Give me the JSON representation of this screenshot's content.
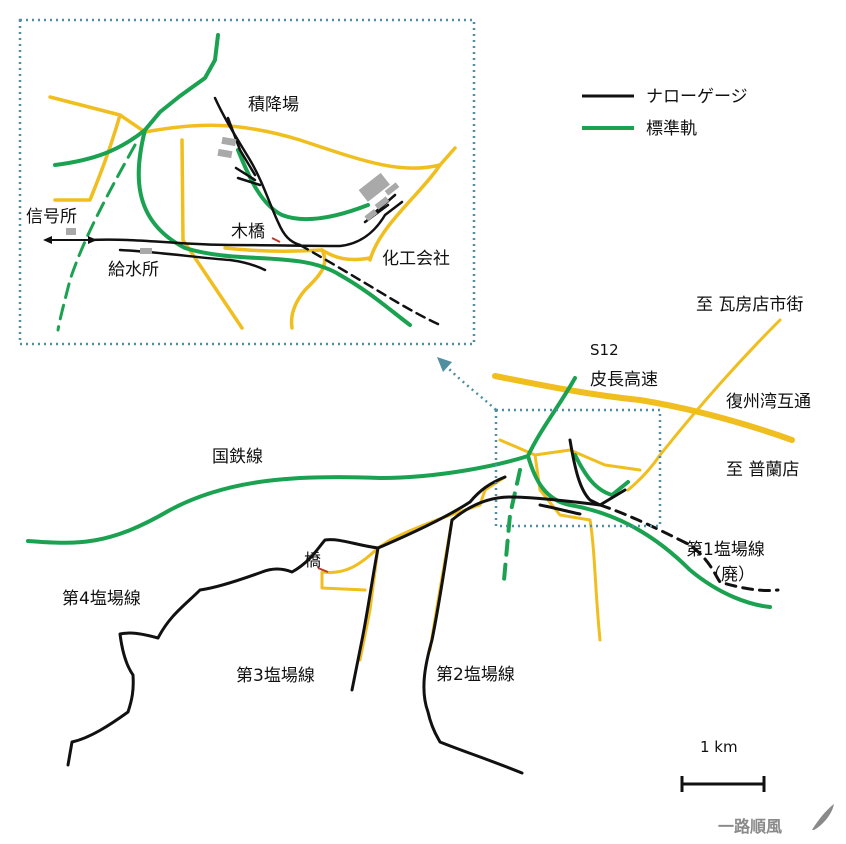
{
  "colors": {
    "narrow_gauge": "#111111",
    "standard_gauge": "#1aa251",
    "road": "#f0be1e",
    "inset_frame": "#4f8fa0",
    "building": "#a9a9a9"
  },
  "legend": {
    "narrow_gauge": "ナローゲージ",
    "standard_gauge": "標準軌"
  },
  "labels": {
    "to_wafangdian": "至 瓦房店市街",
    "s12": "S12",
    "expressway": "皮長高速",
    "fuzhouwan": "復州湾互通",
    "to_pulandian": "至 普蘭店",
    "national_rail": "国鉄線",
    "bridge": "橋",
    "line1": "第1塩場線",
    "line1_abandoned": "（廃）",
    "line2": "第2塩場線",
    "line3": "第3塩場線",
    "line4": "第4塩場線"
  },
  "inset": {
    "loading_yard": "積降場",
    "signal_box": "信号所",
    "wooden_bridge": "木橋",
    "water_station": "給水所",
    "chemical_company": "化工会社"
  },
  "scale": {
    "label": "1 km"
  },
  "watermark": "一路順風"
}
